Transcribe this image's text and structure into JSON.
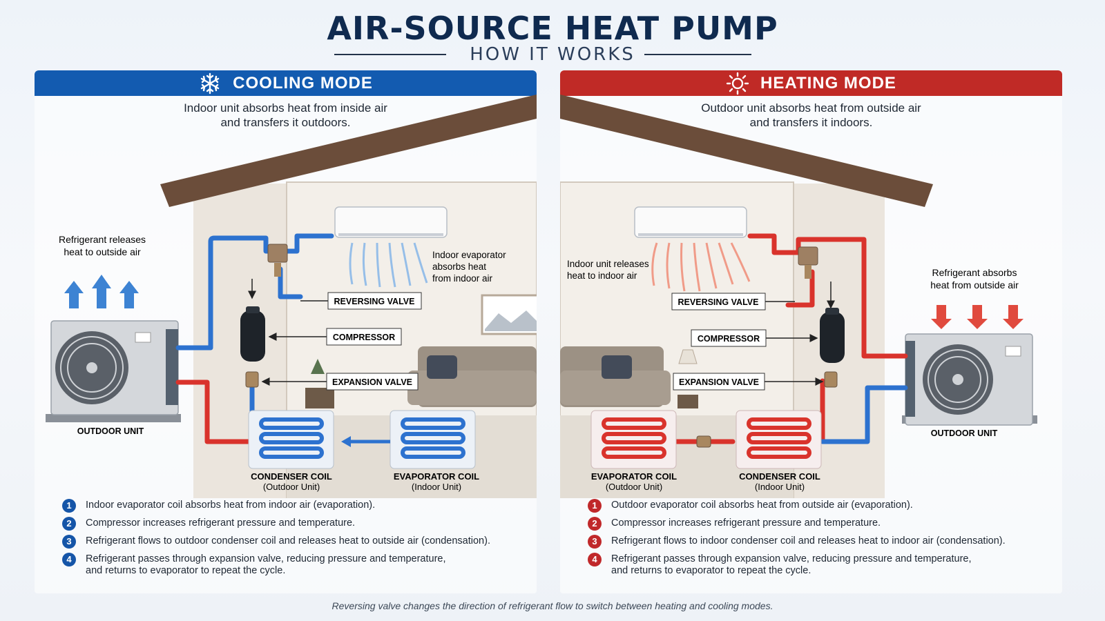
{
  "header": {
    "title": "AIR-SOURCE HEAT PUMP",
    "subtitle": "HOW IT WORKS"
  },
  "cooling": {
    "banner": "COOLING MODE",
    "icon": "snowflake-icon",
    "color": "#135bb0",
    "intro_line1": "Indoor unit absorbs heat from inside air",
    "intro_line2": "and transfers it outdoors.",
    "outdoor_note_line1": "Refrigerant releases",
    "outdoor_note_line2": "heat to outside air",
    "indoor_note_line1": "Indoor evaporator",
    "indoor_note_line2": "absorbs heat",
    "indoor_note_line3": "from indoor air",
    "outdoor_unit": "OUTDOOR UNIT",
    "reversing_valve": "REVERSING VALVE",
    "compressor": "COMPRESSOR",
    "expansion_valve": "EXPANSION VALVE",
    "coil_a_name": "CONDENSER COIL",
    "coil_a_sub": "(Outdoor Unit)",
    "coil_b_name": "EVAPORATOR COIL",
    "coil_b_sub": "(Indoor Unit)",
    "steps": [
      {
        "n": "1",
        "text": "Indoor evaporator coil absorbs heat from indoor air (evaporation)."
      },
      {
        "n": "2",
        "text": "Compressor increases refrigerant pressure and temperature."
      },
      {
        "n": "3",
        "text": "Refrigerant flows to outdoor condenser coil and releases heat to outside air (condensation)."
      },
      {
        "n": "4",
        "text": "Refrigerant passes through expansion valve, reducing pressure and temperature,",
        "text2": "and returns to evaporator to repeat the cycle."
      }
    ]
  },
  "heating": {
    "banner": "HEATING MODE",
    "icon": "sun-icon",
    "color": "#c02a26",
    "intro_line1": "Outdoor unit absorbs heat from outside air",
    "intro_line2": "and transfers it indoors.",
    "outdoor_note_line1": "Refrigerant absorbs",
    "outdoor_note_line2": "heat from outside air",
    "indoor_note_line1": "Indoor unit releases",
    "indoor_note_line2": "heat to indoor air",
    "outdoor_unit": "OUTDOOR UNIT",
    "reversing_valve": "REVERSING VALVE",
    "compressor": "COMPRESSOR",
    "expansion_valve": "EXPANSION VALVE",
    "coil_a_name": "EVAPORATOR COIL",
    "coil_a_sub": "(Outdoor Unit)",
    "coil_b_name": "CONDENSER COIL",
    "coil_b_sub": "(Indoor Unit)",
    "steps": [
      {
        "n": "1",
        "text": "Outdoor evaporator coil absorbs heat from outside air (evaporation)."
      },
      {
        "n": "2",
        "text": "Compressor increases refrigerant pressure and temperature."
      },
      {
        "n": "3",
        "text": "Refrigerant flows to indoor condenser coil and releases heat to indoor air (condensation)."
      },
      {
        "n": "4",
        "text": "Refrigerant passes through expansion valve, reducing pressure and temperature,",
        "text2": "and returns to evaporator to repeat the cycle."
      }
    ]
  },
  "footer": "Reversing valve changes the direction of refrigerant flow to switch between heating and cooling modes.",
  "colors": {
    "cold_pipe": "#2d72cf",
    "hot_pipe": "#d9332c",
    "title": "#0f2a4f"
  }
}
